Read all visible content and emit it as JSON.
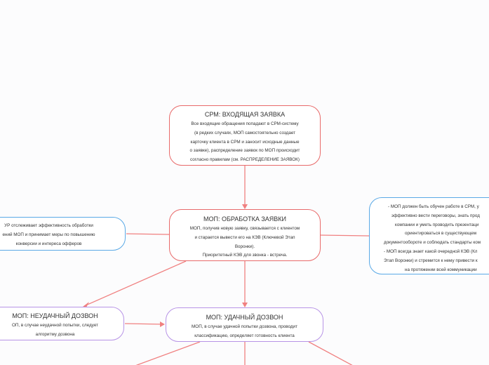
{
  "nodes": {
    "incoming": {
      "title": "СРМ: ВХОДЯЩАЯ ЗАЯВКА",
      "lines": [
        "Все входящие обращения попадают в СРМ-систему",
        "(в редких случаях, МОП самостоятельно создает",
        "карточку клиента в СРМ и заносит исходные данные",
        "о заявке), распределение заявок по МОП происходит",
        "согласно правилам (см. РАСПРЕДЕЛЕНИЕ ЗАЯВОК)"
      ]
    },
    "processing": {
      "title": "МОП: ОБРАБОТКА ЗАЯВКИ",
      "lines": [
        "МОП, получив новую заявку, связывается с клиентом",
        "и старается вывести его на КЭВ (Ключевой Этап",
        "Воронки).",
        "Приоритетный КЭВ для звонка - встреча."
      ]
    },
    "left_info": {
      "lines": [
        "УР отслеживает эффективность обработки",
        "ений МОП и принимает меры по повышению",
        "конверсии и интереса офферов"
      ]
    },
    "right_info": {
      "lines": [
        "- МОП должен быть обучен работе в СРМ, у",
        "эффективно вести переговоры, знать прод",
        "компании и уметь проводить презентаци",
        "ориентироваться в существующем",
        "документообороте и соблюдать стандарты ком",
        "- МОП всегда знает какой очередной КЭВ (Кл",
        "Этап Воронки) и стремится к нему привести к",
        "на протяжении всей коммуникации"
      ]
    },
    "failed_call": {
      "title": "МОП: НЕУДАЧНЫЙ ДОЗВОН",
      "lines": [
        "ОП, в случае неудачной попытки, следует",
        "алгоритму дозвона"
      ]
    },
    "success_call": {
      "title": "МОП: УДАЧНЫЙ ДОЗВОН",
      "lines": [
        "МОП, в случае удачной попытки дозвона, проводит",
        "классификацию, определяет готовность клиента"
      ]
    }
  },
  "colors": {
    "red_link": "#f08080",
    "blue_border": "#5aa9e6",
    "purple_border": "#b793e6",
    "red_border": "#e86a6a"
  }
}
